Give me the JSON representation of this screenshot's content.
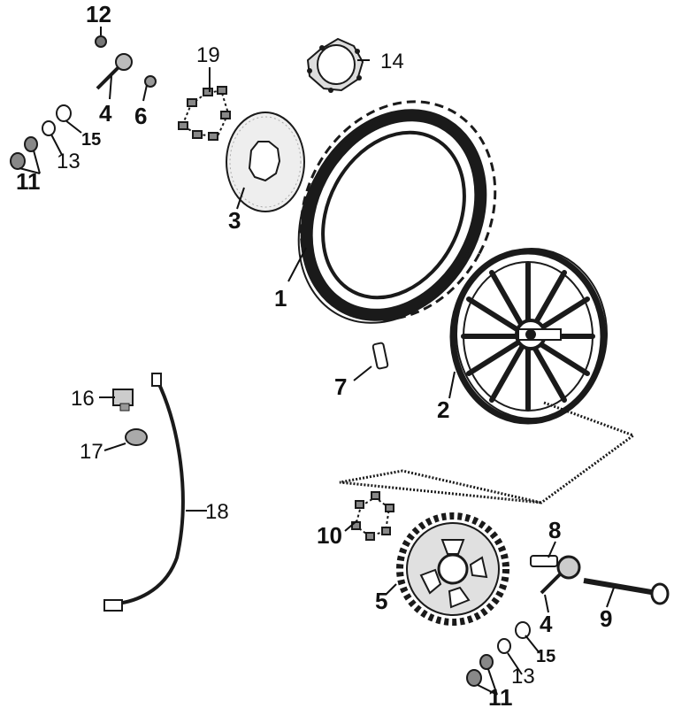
{
  "diagram": {
    "callouts": {
      "c1": "1",
      "c2": "2",
      "c3": "3",
      "c4a": "4",
      "c4b": "4",
      "c5": "5",
      "c6": "6",
      "c7": "7",
      "c8": "8",
      "c9": "9",
      "c10": "10",
      "c11a": "11",
      "c11b": "11",
      "c12": "12",
      "c13a": "13",
      "c13b": "13",
      "c14": "14",
      "c15a": "15",
      "c15b": "15",
      "c16": "16",
      "c17": "17",
      "c18": "18",
      "c19": "19"
    }
  }
}
